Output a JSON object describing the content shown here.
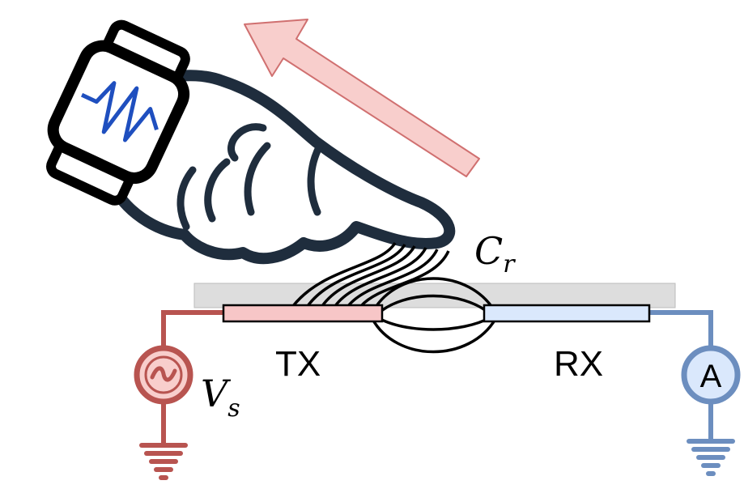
{
  "labels": {
    "tx": "TX",
    "rx": "RX",
    "coupling_cap_main": "C",
    "coupling_cap_sub": "r",
    "source_main": "V",
    "source_sub": "s",
    "ammeter": "A",
    "ac_symbol": "~"
  },
  "icons": {
    "hand": "pointing-hand-icon",
    "smartwatch": "smartwatch-icon",
    "ac_source": "ac-voltage-source-icon",
    "ammeter": "ammeter-icon",
    "ground": "ground-icon",
    "motion_arrow": "arrow-up-left-icon"
  },
  "colors": {
    "tx_electrode": "#f7c6c7",
    "tx_wire": "#b85450",
    "rx_electrode": "#dae8fc",
    "rx_wire": "#6c8ebf",
    "surface": "#dddddd",
    "arrow_fill": "#f8cecc",
    "arrow_stroke": "#d07070",
    "hand_outline": "#1f2d3d",
    "watch_signal": "#1f4fbf"
  }
}
